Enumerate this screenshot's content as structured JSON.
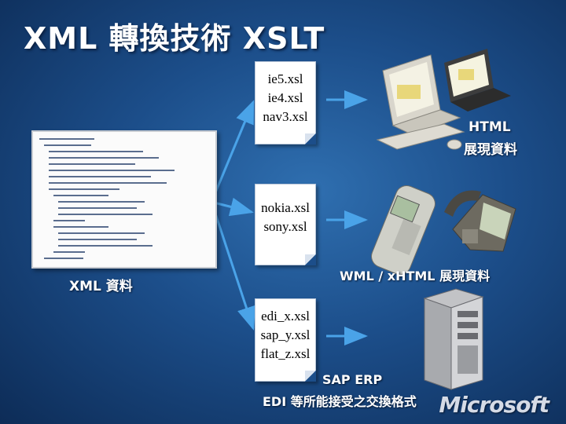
{
  "title": "XML 轉換技術 XSLT",
  "xml_label": "XML 資料",
  "xsl_cards": [
    {
      "lines": [
        "ie5.xsl",
        "ie4.xsl",
        "nav3.xsl"
      ]
    },
    {
      "lines": [
        "nokia.xsl",
        "sony.xsl"
      ]
    },
    {
      "lines": [
        "edi_x.xsl",
        "sap_y.xsl",
        "flat_z.xsl"
      ]
    }
  ],
  "outputs": {
    "html_line1": "HTML",
    "html_line2": "展現資料",
    "wml": "WML / xHTML 展現資料",
    "sap_line1": "SAP ERP",
    "sap_line2": "EDI 等所能接受之交換格式"
  },
  "logo": "Microsoft",
  "icons": [
    "xml-document-icon",
    "desktop-computer-icon",
    "laptop-icon",
    "cell-phone-icon",
    "screen-phone-icon",
    "server-tower-icon"
  ],
  "colors": {
    "arrow": "#4aa3e8",
    "background": "#1c4e8a"
  }
}
